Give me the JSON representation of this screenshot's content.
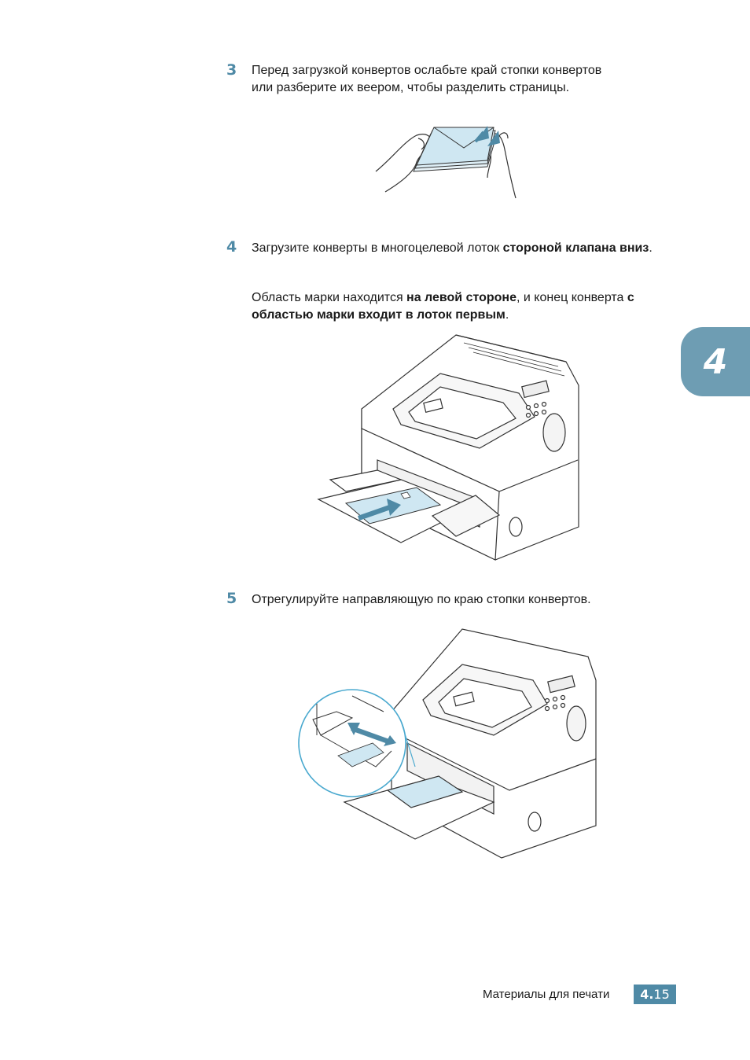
{
  "step3": {
    "number": "3",
    "line1": "Перед загрузкой конвертов ослабьте край стопки конвертов",
    "line2": "или разберите их веером, чтобы разделить страницы."
  },
  "step4": {
    "number": "4",
    "p1_a": "Загрузите конверты в многоцелевой лоток ",
    "p1_b": "стороной клапана вниз",
    "p1_c": ".",
    "p2_a": "Область марки находится ",
    "p2_b": "на левой стороне",
    "p2_c": ", и конец конверта ",
    "p2_d": "с областью марки входит в лоток первым",
    "p2_e": "."
  },
  "step5": {
    "number": "5",
    "text": "Отрегулируйте направляющую по краю стопки конвертов."
  },
  "chapter_tab": {
    "number": "4"
  },
  "footer": {
    "title": "Материалы для печати",
    "chapter": "4.",
    "page": "15"
  },
  "colors": {
    "accent": "#4f8aa6",
    "tab": "#6e9db3",
    "envelope": "#cfe7f2"
  }
}
